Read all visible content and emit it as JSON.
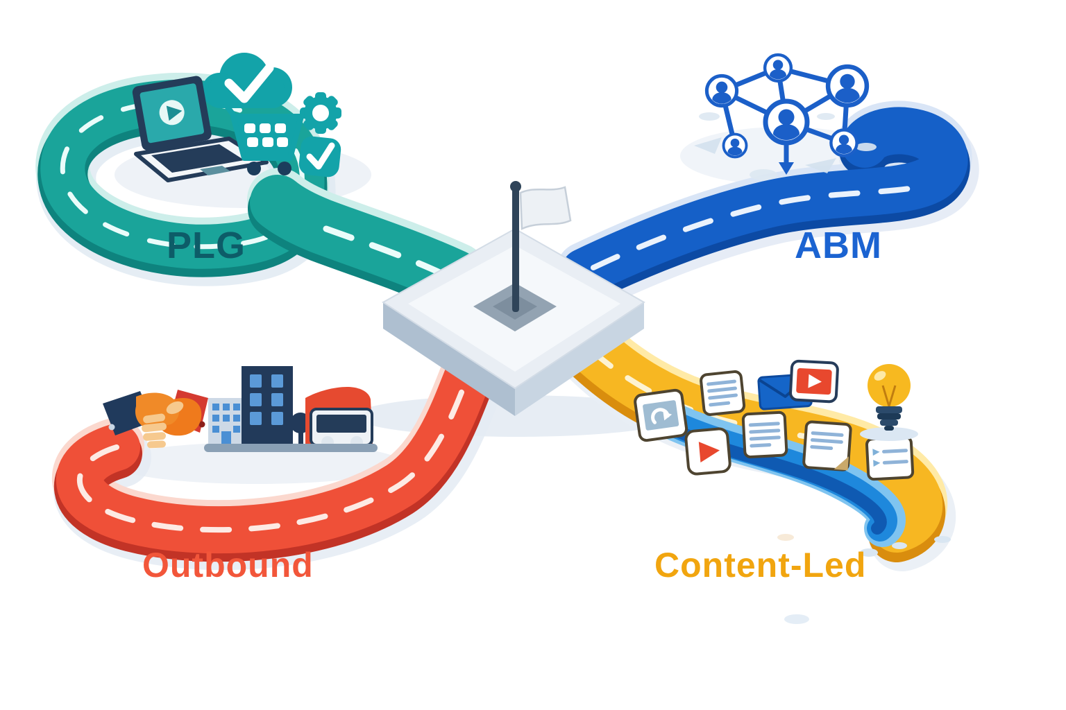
{
  "canvas": {
    "background": "#ffffff"
  },
  "labels": {
    "plg": "PLG",
    "abm": "ABM",
    "outbound": "Outbound",
    "content_led": "Content-Led"
  },
  "lanes": [
    {
      "id": "plg",
      "label": "PLG",
      "position": "top-left",
      "road_color": "#1aa49a",
      "road_edge_color": "#0e837e",
      "road_rim_color": "#cdeeea",
      "label_color": "#0d5c68",
      "icons": [
        "laptop-play-icon",
        "cloud-check-icon",
        "download-triangle-icon",
        "shopping-cart-icon",
        "gear-icon",
        "check-badge-icon"
      ]
    },
    {
      "id": "abm",
      "label": "ABM",
      "position": "top-right",
      "road_color": "#1560c8",
      "road_edge_color": "#0c4aa4",
      "road_rim_color": "#d9e5f6",
      "label_color": "#1b63d1",
      "icons": [
        "people-network-icon"
      ]
    },
    {
      "id": "outbound",
      "label": "Outbound",
      "position": "bottom-left",
      "road_color": "#ef5038",
      "road_edge_color": "#c23326",
      "road_rim_color": "#fbd8ce",
      "label_color": "#f2563a",
      "icons": [
        "handshake-icon",
        "office-buildings-icon",
        "storefront-van-icon"
      ]
    },
    {
      "id": "content_led",
      "label": "Content-Led",
      "position": "bottom-right",
      "road_color": "#f7b722",
      "road_edge_color": "#d98d0e",
      "road_rim_color": "#ffeaa6",
      "stream_color": "#1e88dc",
      "label_color": "#f1a50f",
      "icons": [
        "image-card-icon",
        "article-card-icon",
        "envelope-icon",
        "video-player-icon",
        "play-card-icon",
        "document-card-icon",
        "document-folded-icon",
        "checklist-card-icon",
        "lightbulb-icon"
      ]
    }
  ],
  "center": {
    "name": "destination-platform",
    "flag": "white-flag",
    "pole_color": "#2f4459",
    "platform_color": "#e9eef4"
  }
}
